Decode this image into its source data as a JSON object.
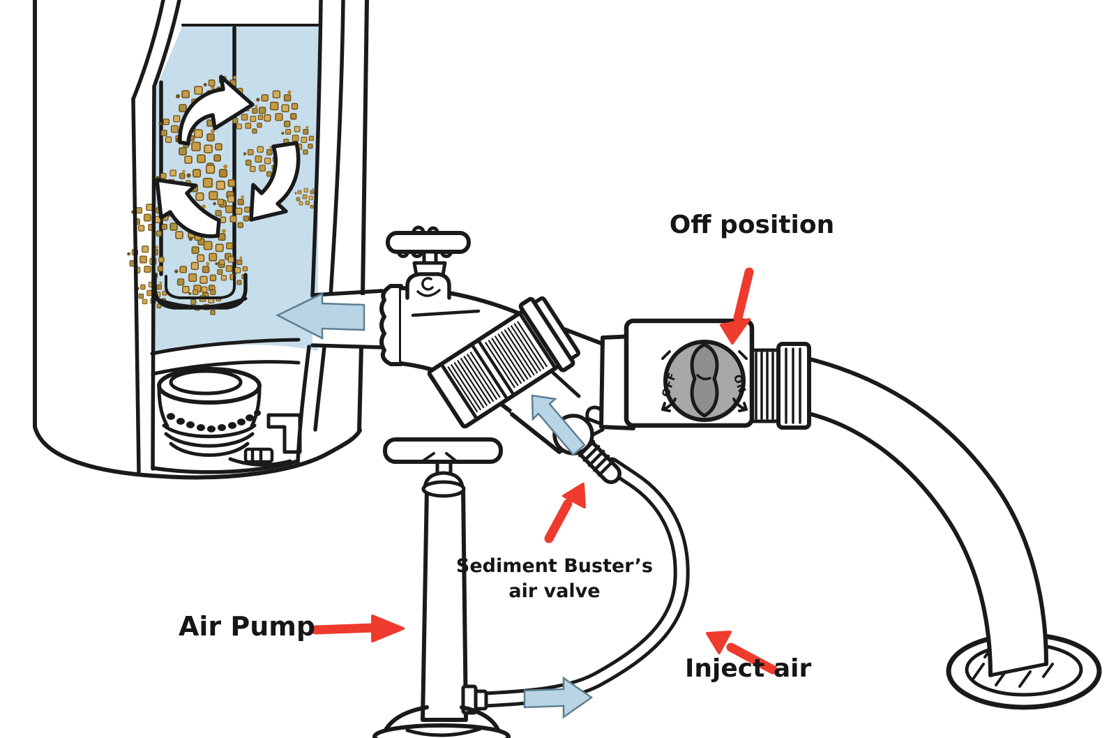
{
  "labels": {
    "off_position": "Off position",
    "sediment_buster_line1": "Sediment Buster’s",
    "sediment_buster_line2": "air valve",
    "air_pump": "Air Pump",
    "inject_air": "Inject air"
  },
  "shutoff_knob": {
    "off": "OFF",
    "on": "ON"
  },
  "colors": {
    "annotation_red": "#ee3b2d",
    "water_blue": "#c6ddeb",
    "water_edge": "#8fa9ba",
    "flow_arrow_blue": "#b9d4e5",
    "flow_arrow_edge": "#5d7e92",
    "knob_gray": "#a8a8a8",
    "knob_ridge_gray": "#8f8f8f",
    "sediment_tan": "#c79b43",
    "ink": "#1a1a1a"
  }
}
